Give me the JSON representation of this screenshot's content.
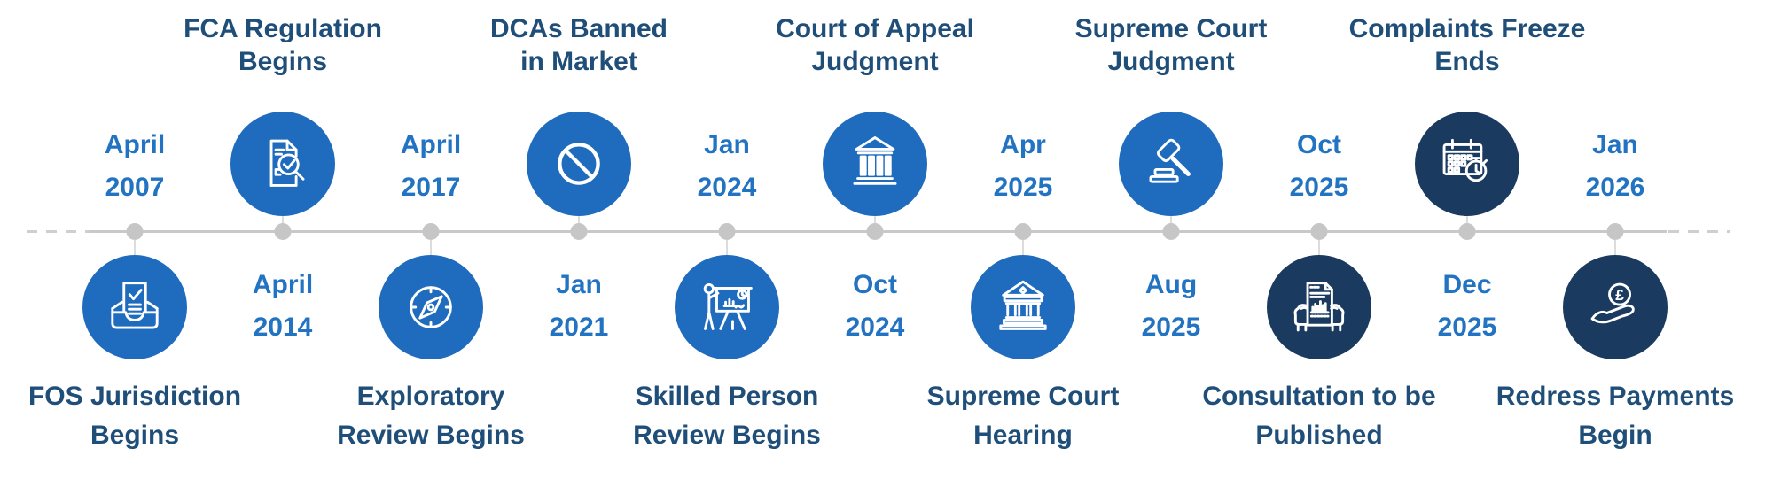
{
  "palette": {
    "circle_blue": "#1F6CBF",
    "circle_navy": "#1B3A5F",
    "date_text_color": "#2273C2",
    "label_text_color": "#1F4E79",
    "timeline_line_color": "#C9C9C9"
  },
  "icons": {
    "pound_symbol": "£"
  },
  "events": [
    {
      "date": "April 2007",
      "date_line1": "April",
      "date_line2": "2007",
      "label": "FOS Jurisdiction Begins",
      "label_line1": "FOS Jurisdiction",
      "label_line2": "Begins",
      "icon": "inbox-document-check-icon",
      "icon_position": "below",
      "circle_color": "blue"
    },
    {
      "date": "April 2014",
      "date_line1": "April",
      "date_line2": "2014",
      "label": "FCA Regulation Begins",
      "label_line1": "FCA Regulation",
      "label_line2": "Begins",
      "icon": "document-magnifier-check-icon",
      "icon_position": "above",
      "circle_color": "blue"
    },
    {
      "date": "April 2017",
      "date_line1": "April",
      "date_line2": "2017",
      "label": "Exploratory Review Begins",
      "label_line1": "Exploratory",
      "label_line2": "Review Begins",
      "icon": "compass-icon",
      "icon_position": "below",
      "circle_color": "blue"
    },
    {
      "date": "Jan 2021",
      "date_line1": "Jan",
      "date_line2": "2021",
      "label": "DCAs Banned in Market",
      "label_line1": "DCAs Banned",
      "label_line2": "in Market",
      "icon": "ban-icon",
      "icon_position": "above",
      "circle_color": "blue"
    },
    {
      "date": "Jan 2024",
      "date_line1": "Jan",
      "date_line2": "2024",
      "label": "Skilled Person Review Begins",
      "label_line1": "Skilled Person",
      "label_line2": "Review Begins",
      "icon": "presentation-person-icon",
      "icon_position": "below",
      "circle_color": "blue"
    },
    {
      "date": "Oct 2024",
      "date_line1": "Oct",
      "date_line2": "2024",
      "label": "Court of Appeal Judgment",
      "label_line1": "Court of Appeal",
      "label_line2": "Judgment",
      "icon": "courthouse-icon",
      "icon_position": "above",
      "circle_color": "blue"
    },
    {
      "date": "Apr 2025",
      "date_line1": "Apr",
      "date_line2": "2025",
      "label": "Supreme Court Hearing",
      "label_line1": "Supreme Court",
      "label_line2": "Hearing",
      "icon": "courthouse-ornate-icon",
      "icon_position": "below",
      "circle_color": "blue"
    },
    {
      "date": "Aug 2025",
      "date_line1": "Aug",
      "date_line2": "2025",
      "label": "Supreme Court Judgment",
      "label_line1": "Supreme Court",
      "label_line2": "Judgment",
      "icon": "gavel-icon",
      "icon_position": "above",
      "circle_color": "blue"
    },
    {
      "date": "Oct 2025",
      "date_line1": "Oct",
      "date_line2": "2025",
      "label": "Consultation to be Published",
      "label_line1": "Consultation to be",
      "label_line2": "Published",
      "icon": "hands-document-chart-icon",
      "icon_position": "below",
      "circle_color": "navy"
    },
    {
      "date": "Dec 2025",
      "date_line1": "Dec",
      "date_line2": "2025",
      "label": "Complaints Freeze Ends",
      "label_line1": "Complaints Freeze",
      "label_line2": "Ends",
      "icon": "calendar-stopwatch-icon",
      "icon_position": "above",
      "circle_color": "navy"
    },
    {
      "date": "Jan 2026",
      "date_line1": "Jan",
      "date_line2": "2026",
      "label": "Redress Payments Begin",
      "label_line1": "Redress Payments",
      "label_line2": "Begin",
      "icon": "hand-coin-pound-icon",
      "icon_position": "below",
      "circle_color": "navy"
    }
  ]
}
